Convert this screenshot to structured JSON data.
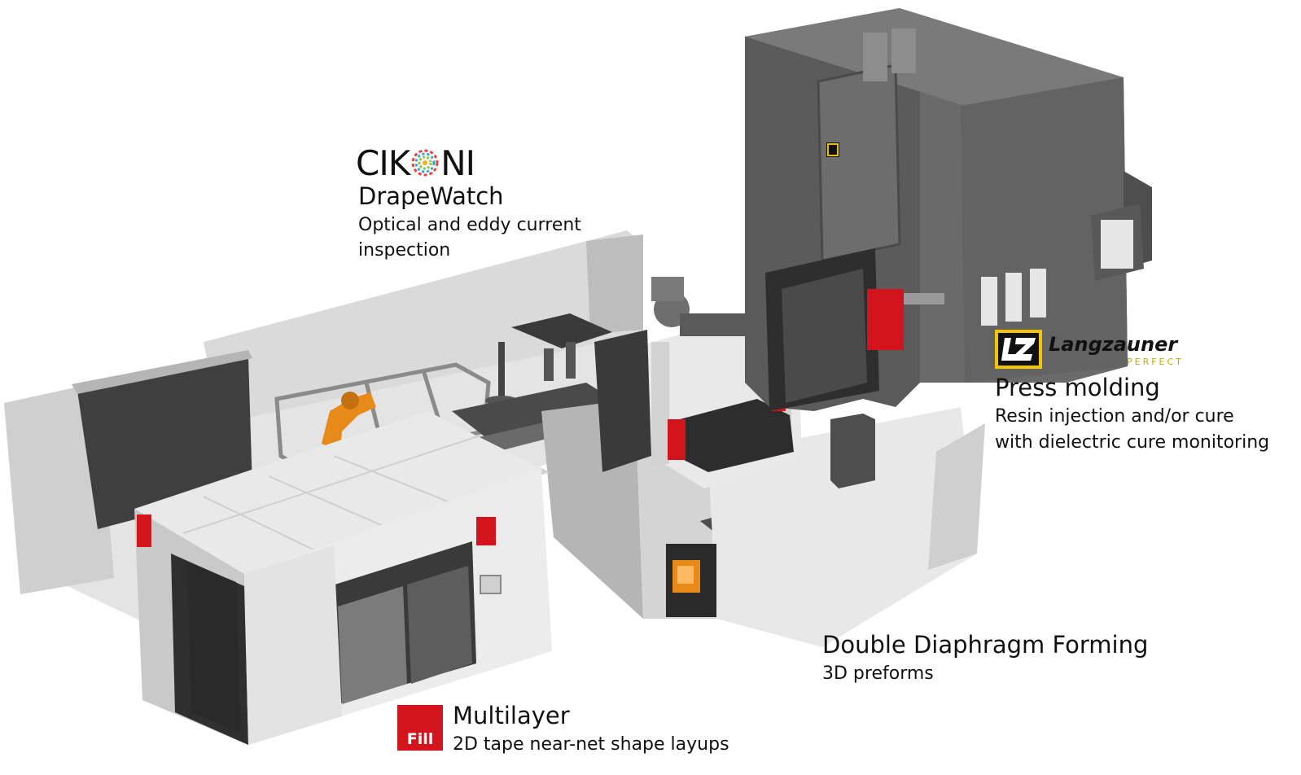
{
  "cikoni": {
    "logo_text_left": "CIK",
    "logo_text_right": "NI",
    "title": "DrapeWatch",
    "lines": [
      "Optical and eddy current",
      "inspection"
    ]
  },
  "langzauner": {
    "logo_name": "Langzauner",
    "logo_tagline": "PERFECT",
    "title": "Press molding",
    "lines": [
      "Resin injection and/or cure",
      "with dielectric cure monitoring"
    ]
  },
  "diaphragm": {
    "title": "Double Diaphragm Forming",
    "lines": [
      "3D preforms"
    ]
  },
  "fill": {
    "logo_text": "Fill",
    "title": "Multilayer",
    "lines": [
      "2D tape near-net shape layups"
    ]
  },
  "colors": {
    "press_gray": "#5b5b5b",
    "wall_gray": "#cfcfcf",
    "accent_red": "#d4141c",
    "robot_orange": "#e88a1a",
    "lz_yellow": "#f5c400"
  }
}
